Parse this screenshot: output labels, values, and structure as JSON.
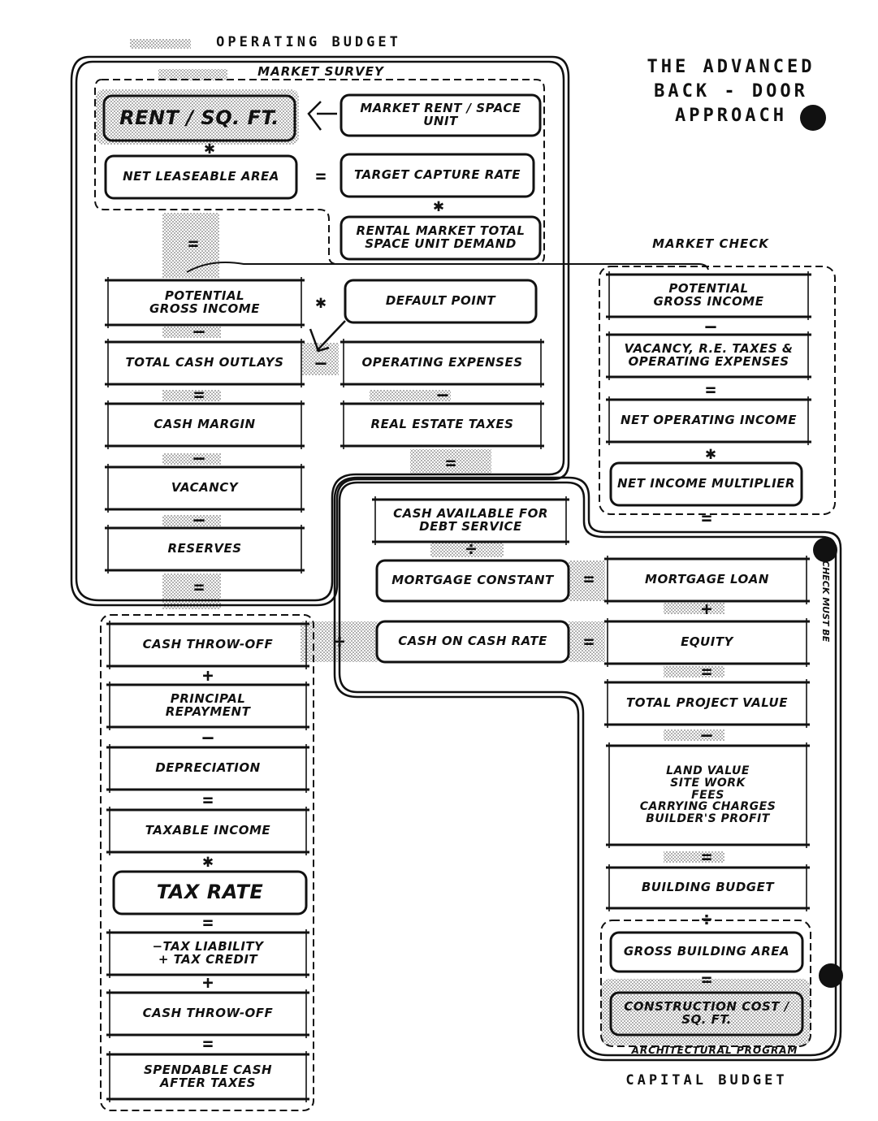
{
  "title": {
    "lines": [
      "THE ADVANCED",
      "BACK - DOOR",
      "APPROACH"
    ]
  },
  "sections": {
    "operating_budget": "OPERATING BUDGET",
    "market_survey": "MARKET SURVEY",
    "market_check": "MARKET CHECK",
    "capital_budget": "CAPITAL BUDGET",
    "architectural_program": "ARCHITECTURAL PROGRAM",
    "check_must_be": "CHECK MUST BE"
  },
  "boxes": {
    "rent_sqft": "RENT / SQ. FT.",
    "market_rent_space_unit": "MARKET RENT / SPACE UNIT",
    "net_leaseable_area": "NET LEASEABLE AREA",
    "target_capture_rate": "TARGET CAPTURE RATE",
    "rental_market_total_demand": "RENTAL MARKET TOTAL\nSPACE UNIT DEMAND",
    "potential_gross_income": "POTENTIAL\nGROSS INCOME",
    "default_point": "DEFAULT POINT",
    "total_cash_outlays": "TOTAL CASH OUTLAYS",
    "operating_expenses": "OPERATING EXPENSES",
    "cash_margin": "CASH MARGIN",
    "real_estate_taxes": "REAL ESTATE TAXES",
    "vacancy": "VACANCY",
    "reserves": "RESERVES",
    "cash_available_debt_service": "CASH AVAILABLE FOR\nDEBT SERVICE",
    "mortgage_constant": "MORTGAGE CONSTANT",
    "mortgage_loan": "MORTGAGE LOAN",
    "cash_on_cash_rate": "CASH ON CASH RATE",
    "equity": "EQUITY",
    "total_project_value": "TOTAL PROJECT VALUE",
    "land_value_etc": "LAND VALUE\nSITE WORK\nFEES\nCARRYING CHARGES\nBUILDER'S PROFIT",
    "building_budget": "BUILDING BUDGET",
    "gross_building_area": "GROSS BUILDING AREA",
    "construction_cost_sqft": "CONSTRUCTION COST / SQ. FT.",
    "mc_potential_gross_income": "POTENTIAL\nGROSS INCOME",
    "mc_vacancy_taxes_opex": "VACANCY, R.E. TAXES &\nOPERATING EXPENSES",
    "mc_net_operating_income": "NET OPERATING INCOME",
    "mc_net_income_multiplier": "NET INCOME MULTIPLIER",
    "cash_throw_off_1": "CASH THROW-OFF",
    "principal_repayment": "PRINCIPAL\nREPAYMENT",
    "depreciation": "DEPRECIATION",
    "taxable_income": "TAXABLE INCOME",
    "tax_rate": "TAX RATE",
    "tax_liability_credit": "−TAX LIABILITY\n+ TAX CREDIT",
    "cash_throw_off_2": "CASH THROW-OFF",
    "spendable_cash": "SPENDABLE CASH\nAFTER TAXES"
  },
  "operators": {
    "times": "✱",
    "equals": "=",
    "minus": "—",
    "plus": "+",
    "divide": "÷"
  }
}
